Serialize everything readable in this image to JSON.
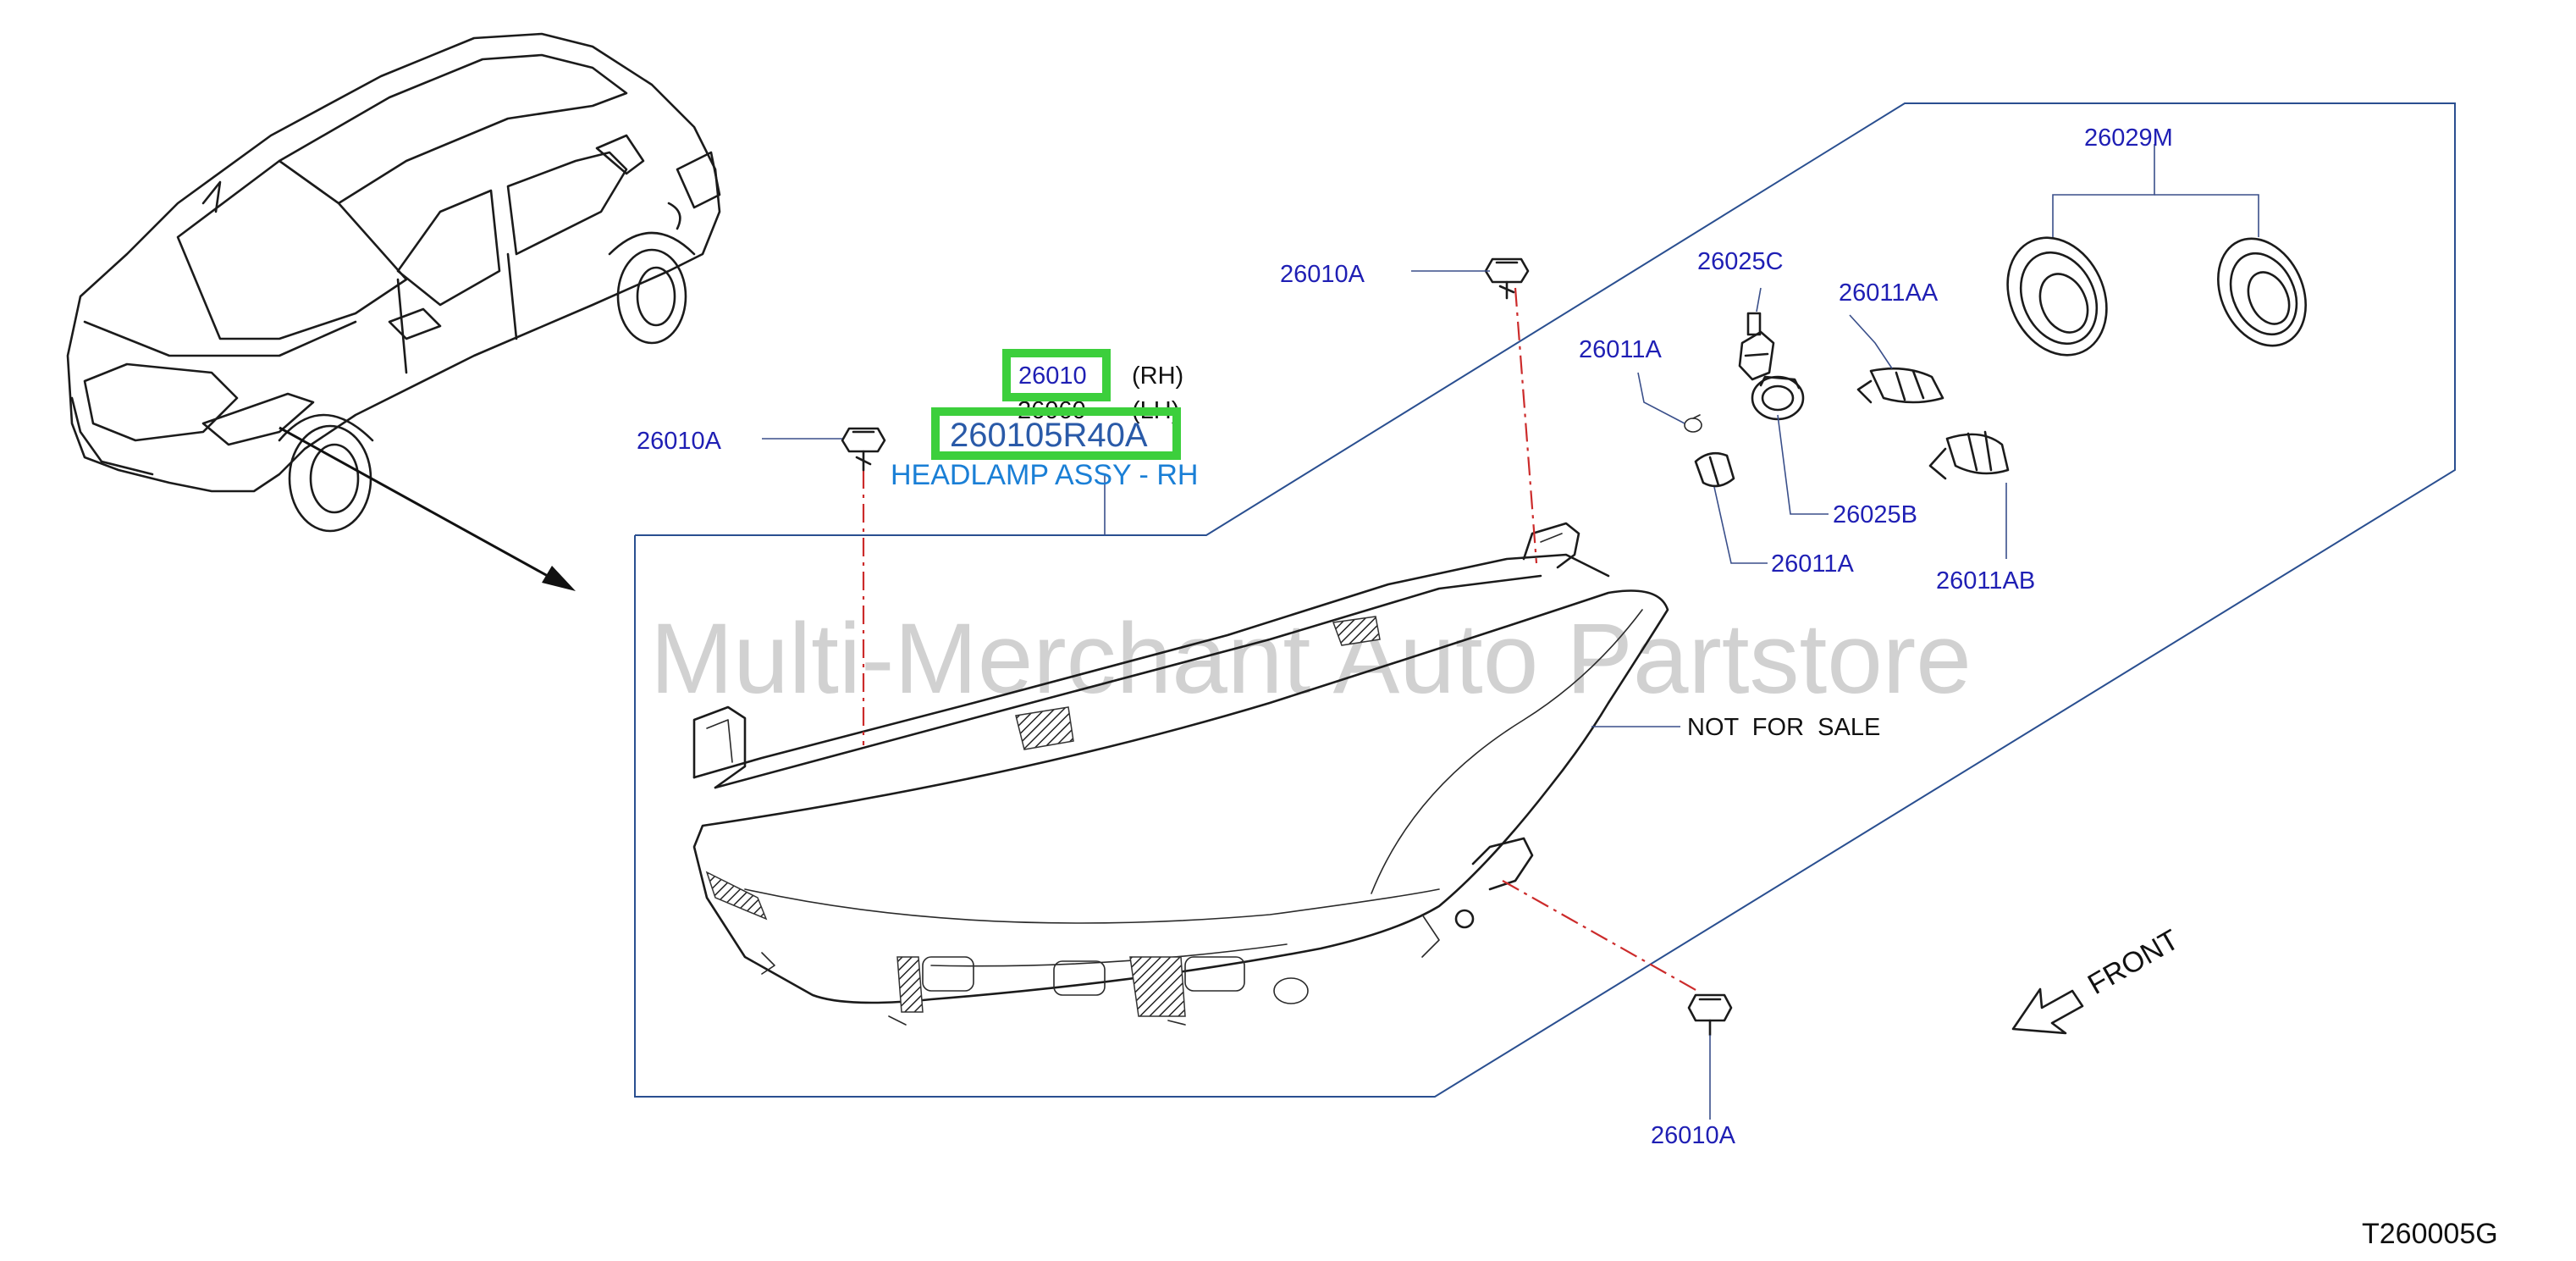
{
  "diagram": {
    "callouts": {
      "bolt_top_center": "26010A",
      "bolt_left": "26010A",
      "bolt_bottom": "26010A",
      "bulb_26025c": "26025C",
      "bulb_26011a_top": "26011A",
      "bulb_26011aa": "26011AA",
      "seal_26029m": "26029M",
      "socket_26025b": "26025B",
      "bulb_26011a_bottom": "26011A",
      "bulb_26011ab": "26011AB"
    },
    "assembly": {
      "rh_code": "26010",
      "rh_side": "(RH)",
      "lh_code": "26060",
      "lh_side": "(LH)",
      "part_number": "260105R40A",
      "description": "HEADLAMP ASSY - RH"
    },
    "watermark": "Multi-Merchant Auto Partstore",
    "not_for_sale": "NOT  FOR  SALE",
    "front_label": "FRONT",
    "diagram_code": "T260005G",
    "colors": {
      "callout_text": "#1f1fb4",
      "frame": "#2a4f90",
      "highlight": "#3ccf3c",
      "part_number": "#2a5aa8",
      "description": "#1a7fd6",
      "center_line": "#cc2b2b",
      "watermark": "#cfcfcf"
    }
  }
}
